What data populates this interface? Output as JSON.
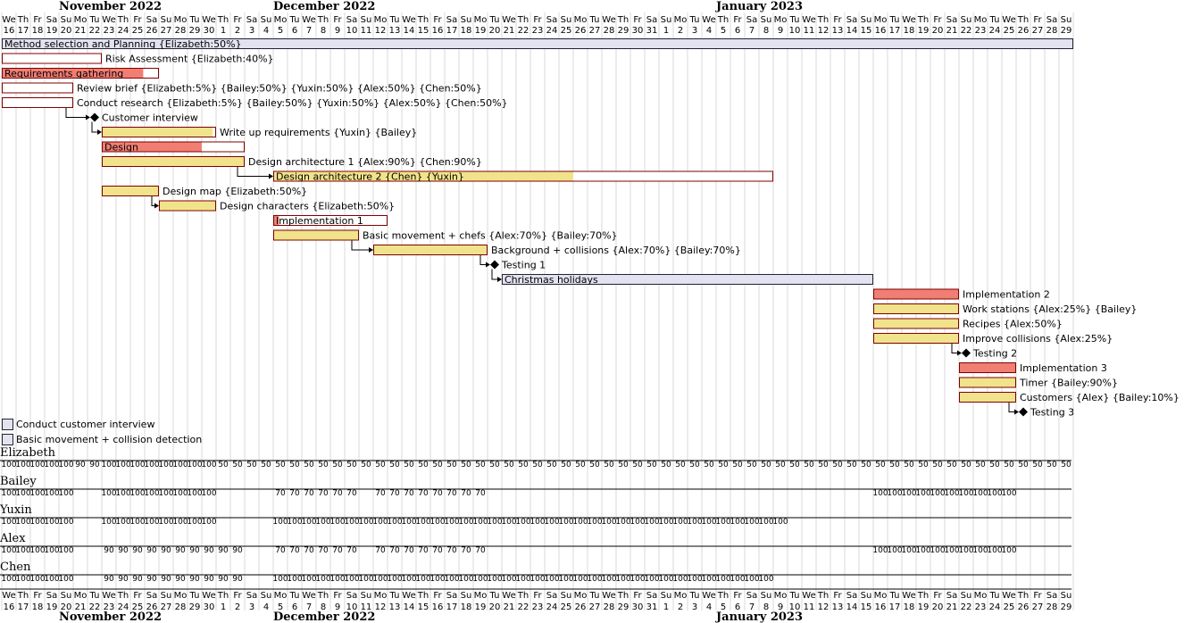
{
  "header": {
    "months_top": [
      {
        "label": "November 2022",
        "day": 0
      },
      {
        "label": "December 2022",
        "day": 15
      },
      {
        "label": "January 2023",
        "day": 46
      }
    ],
    "months_bottom": [
      {
        "label": "November 2022",
        "day": 0
      },
      {
        "label": "December 2022",
        "day": 15
      },
      {
        "label": "January 2023",
        "day": 46
      }
    ],
    "weekday_row": [
      "We",
      "Th",
      "Fr",
      "Sa",
      "Su",
      "Mo",
      "Tu",
      "We",
      "Th",
      "Fr",
      "Sa",
      "Su",
      "Mo",
      "Tu",
      "We",
      "Th",
      "Fr",
      "Sa",
      "Su",
      "Mo",
      "Tu",
      "We",
      "Th",
      "Fr",
      "Sa",
      "Su",
      "Mo",
      "Tu",
      "We",
      "Th",
      "Fr",
      "Sa",
      "Su",
      "Mo",
      "Tu",
      "We",
      "Th",
      "Fr",
      "Sa",
      "Su",
      "Mo",
      "Tu",
      "We",
      "Th",
      "Fr",
      "Sa",
      "Su",
      "Mo",
      "Tu",
      "We",
      "Th",
      "Fr",
      "Sa",
      "Su",
      "Mo",
      "Tu",
      "We",
      "Th",
      "Fr",
      "Sa",
      "Su",
      "Mo",
      "Tu",
      "We",
      "Th",
      "Fr",
      "Sa",
      "Su",
      "Mo",
      "Tu",
      "We",
      "Th",
      "Fr",
      "Sa",
      "Su"
    ],
    "date_row": [
      "16",
      "17",
      "18",
      "19",
      "20",
      "21",
      "22",
      "23",
      "24",
      "25",
      "26",
      "27",
      "28",
      "29",
      "30",
      "1",
      "2",
      "3",
      "4",
      "5",
      "6",
      "7",
      "8",
      "9",
      "10",
      "11",
      "12",
      "13",
      "14",
      "15",
      "16",
      "17",
      "18",
      "19",
      "20",
      "21",
      "22",
      "23",
      "24",
      "25",
      "26",
      "27",
      "28",
      "29",
      "30",
      "31",
      "1",
      "2",
      "3",
      "4",
      "5",
      "6",
      "7",
      "8",
      "9",
      "10",
      "11",
      "12",
      "13",
      "14",
      "15",
      "16",
      "17",
      "18",
      "19",
      "20",
      "21",
      "22",
      "23",
      "24",
      "25",
      "26",
      "27",
      "28",
      "29"
    ]
  },
  "tasks": [
    {
      "label": "Method selection and Planning {Elizabeth:50%}",
      "start": 0,
      "end": 75,
      "progress": 0,
      "kind": "summary",
      "label_inside": true
    },
    {
      "label": "Risk Assessment {Elizabeth:40%}",
      "start": 0,
      "end": 7,
      "progress": 0,
      "kind": "task"
    },
    {
      "label": "Requirements gathering",
      "start": 0,
      "end": 11,
      "progress": 0.9,
      "kind": "group",
      "label_inside": true
    },
    {
      "label": "Review brief {Elizabeth:5%} {Bailey:50%} {Yuxin:50%} {Alex:50%} {Chen:50%}",
      "start": 0,
      "end": 5,
      "progress": 0,
      "kind": "task"
    },
    {
      "label": "Conduct research {Elizabeth:5%} {Bailey:50%} {Yuxin:50%} {Alex:50%} {Chen:50%}",
      "start": 0,
      "end": 5,
      "progress": 0,
      "kind": "task"
    },
    {
      "label": "Customer interview",
      "start": 6.5,
      "end": 6.5,
      "kind": "milestone"
    },
    {
      "label": "Write up requirements {Yuxin} {Bailey}",
      "start": 7,
      "end": 15,
      "progress": 0.97,
      "kind": "task"
    },
    {
      "label": "Design",
      "start": 7,
      "end": 17,
      "progress": 0.7,
      "kind": "group",
      "label_inside": true
    },
    {
      "label": "Design architecture 1 {Alex:90%} {Chen:90%}",
      "start": 7,
      "end": 17,
      "progress": 1,
      "kind": "task"
    },
    {
      "label": "Design architecture 2 {Chen} {Yuxin}",
      "start": 19,
      "end": 54,
      "progress": 0.6,
      "kind": "task",
      "label_inside": true
    },
    {
      "label": "Design map {Elizabeth:50%}",
      "start": 7,
      "end": 11,
      "progress": 1,
      "kind": "task"
    },
    {
      "label": "Design characters {Elizabeth:50%}",
      "start": 11,
      "end": 15,
      "progress": 1,
      "kind": "task"
    },
    {
      "label": "Implementation 1",
      "start": 19,
      "end": 27,
      "progress": 0.05,
      "kind": "group",
      "label_inside": true
    },
    {
      "label": "Basic movement + chefs {Alex:70%} {Bailey:70%}",
      "start": 19,
      "end": 25,
      "progress": 1,
      "kind": "task"
    },
    {
      "label": "Background + collisions {Alex:70%} {Bailey:70%}",
      "start": 26,
      "end": 34,
      "progress": 1,
      "kind": "task"
    },
    {
      "label": "Testing 1",
      "start": 34.5,
      "end": 34.5,
      "kind": "milestone"
    },
    {
      "label": "Christmas holidays",
      "start": 35,
      "end": 61,
      "progress": 0,
      "kind": "summary",
      "label_inside": true
    },
    {
      "label": "Implementation 2",
      "start": 61,
      "end": 67,
      "progress": 1,
      "kind": "group"
    },
    {
      "label": "Work stations {Alex:25%} {Bailey}",
      "start": 61,
      "end": 67,
      "progress": 1,
      "kind": "task"
    },
    {
      "label": "Recipes {Alex:50%}",
      "start": 61,
      "end": 67,
      "progress": 1,
      "kind": "task"
    },
    {
      "label": "Improve collisions {Alex:25%}",
      "start": 61,
      "end": 67,
      "progress": 1,
      "kind": "task"
    },
    {
      "label": "Testing 2",
      "start": 67.5,
      "end": 67.5,
      "kind": "milestone"
    },
    {
      "label": "Implementation 3",
      "start": 67,
      "end": 71,
      "progress": 1,
      "kind": "group"
    },
    {
      "label": "Timer {Bailey:90%}",
      "start": 67,
      "end": 71,
      "progress": 1,
      "kind": "task"
    },
    {
      "label": "Customers {Alex} {Bailey:10%}",
      "start": 67,
      "end": 71,
      "progress": 1,
      "kind": "task"
    },
    {
      "label": "Testing 3",
      "start": 71.5,
      "end": 71.5,
      "kind": "milestone"
    }
  ],
  "dependencies": [
    {
      "from": 4,
      "to": 5
    },
    {
      "from": 5,
      "to": 6
    },
    {
      "from": 8,
      "to": 9
    },
    {
      "from": 10,
      "to": 11
    },
    {
      "from": 13,
      "to": 14
    },
    {
      "from": 14,
      "to": 15
    },
    {
      "from": 15,
      "to": 16
    },
    {
      "from": 20,
      "to": 21
    },
    {
      "from": 24,
      "to": 25
    }
  ],
  "legend": [
    {
      "label": "Conduct customer interview"
    },
    {
      "label": "Basic movement + collision detection"
    }
  ],
  "resources": [
    {
      "name": "Elizabeth",
      "loads": [
        "100",
        "100",
        "100",
        "100",
        "100",
        "90",
        "90",
        "100",
        "100",
        "100",
        "100",
        "100",
        "100",
        "100",
        "100",
        "50",
        "50",
        "50",
        "50",
        "50",
        "50",
        "50",
        "50",
        "50",
        "50",
        "50",
        "50",
        "50",
        "50",
        "50",
        "50",
        "50",
        "50",
        "50",
        "50",
        "50",
        "50",
        "50",
        "50",
        "50",
        "50",
        "50",
        "50",
        "50",
        "50",
        "50",
        "50",
        "50",
        "50",
        "50",
        "50",
        "50",
        "50",
        "50",
        "50",
        "50",
        "50",
        "50",
        "50",
        "50",
        "50",
        "50",
        "50",
        "50",
        "50",
        "50",
        "50",
        "50",
        "50",
        "50",
        "50",
        "50",
        "50",
        "50",
        "50"
      ]
    },
    {
      "name": "Bailey",
      "loads": [
        "100",
        "100",
        "100",
        "100",
        "100",
        "",
        "",
        "100",
        "100",
        "100",
        "100",
        "100",
        "100",
        "100",
        "100",
        "",
        "",
        "",
        "",
        "70",
        "70",
        "70",
        "70",
        "70",
        "70",
        "",
        "70",
        "70",
        "70",
        "70",
        "70",
        "70",
        "70",
        "70",
        "",
        "",
        "",
        "",
        "",
        "",
        "",
        "",
        "",
        "",
        "",
        "",
        "",
        "",
        "",
        "",
        "",
        "",
        "",
        "",
        "",
        "",
        "",
        "",
        "",
        "",
        "",
        "100",
        "100",
        "100",
        "100",
        "100",
        "100",
        "100",
        "100",
        "100",
        "100",
        "",
        "",
        "",
        ""
      ]
    },
    {
      "name": "Yuxin",
      "loads": [
        "100",
        "100",
        "100",
        "100",
        "100",
        "",
        "",
        "100",
        "100",
        "100",
        "100",
        "100",
        "100",
        "100",
        "100",
        "",
        "",
        "",
        "",
        "100",
        "100",
        "100",
        "100",
        "100",
        "100",
        "100",
        "100",
        "100",
        "100",
        "100",
        "100",
        "100",
        "100",
        "100",
        "100",
        "100",
        "100",
        "100",
        "100",
        "100",
        "100",
        "100",
        "100",
        "100",
        "100",
        "100",
        "100",
        "100",
        "100",
        "100",
        "100",
        "100",
        "100",
        "100",
        "100",
        "",
        "",
        "",
        "",
        "",
        "",
        "",
        "",
        "",
        "",
        "",
        "",
        "",
        "",
        "",
        "",
        "",
        "",
        "",
        ""
      ]
    },
    {
      "name": "Alex",
      "loads": [
        "100",
        "100",
        "100",
        "100",
        "100",
        "",
        "",
        "90",
        "90",
        "90",
        "90",
        "90",
        "90",
        "90",
        "90",
        "90",
        "90",
        "",
        "",
        "70",
        "70",
        "70",
        "70",
        "70",
        "70",
        "",
        "70",
        "70",
        "70",
        "70",
        "70",
        "70",
        "70",
        "70",
        "",
        "",
        "",
        "",
        "",
        "",
        "",
        "",
        "",
        "",
        "",
        "",
        "",
        "",
        "",
        "",
        "",
        "",
        "",
        "",
        "",
        "",
        "",
        "",
        "",
        "",
        "",
        "100",
        "100",
        "100",
        "100",
        "100",
        "100",
        "100",
        "100",
        "100",
        "100",
        "",
        "",
        "",
        ""
      ]
    },
    {
      "name": "Chen",
      "loads": [
        "100",
        "100",
        "100",
        "100",
        "100",
        "",
        "",
        "90",
        "90",
        "90",
        "90",
        "90",
        "90",
        "90",
        "90",
        "90",
        "90",
        "",
        "",
        "100",
        "100",
        "100",
        "100",
        "100",
        "100",
        "100",
        "100",
        "100",
        "100",
        "100",
        "100",
        "100",
        "100",
        "100",
        "100",
        "100",
        "100",
        "100",
        "100",
        "100",
        "100",
        "100",
        "100",
        "100",
        "100",
        "100",
        "100",
        "100",
        "100",
        "100",
        "100",
        "100",
        "100",
        "100",
        "",
        "",
        "",
        "",
        "",
        "",
        "",
        "",
        "",
        "",
        "",
        "",
        "",
        "",
        "",
        "",
        "",
        "",
        "",
        ""
      ]
    }
  ],
  "colors": {
    "task_fill": "#f1e38b",
    "group_fill": "#f07e73",
    "summary_fill": "#e2e2f0",
    "bar_border": "#7f0000",
    "grid": "#d8d8d8",
    "milestone": "#000000"
  }
}
